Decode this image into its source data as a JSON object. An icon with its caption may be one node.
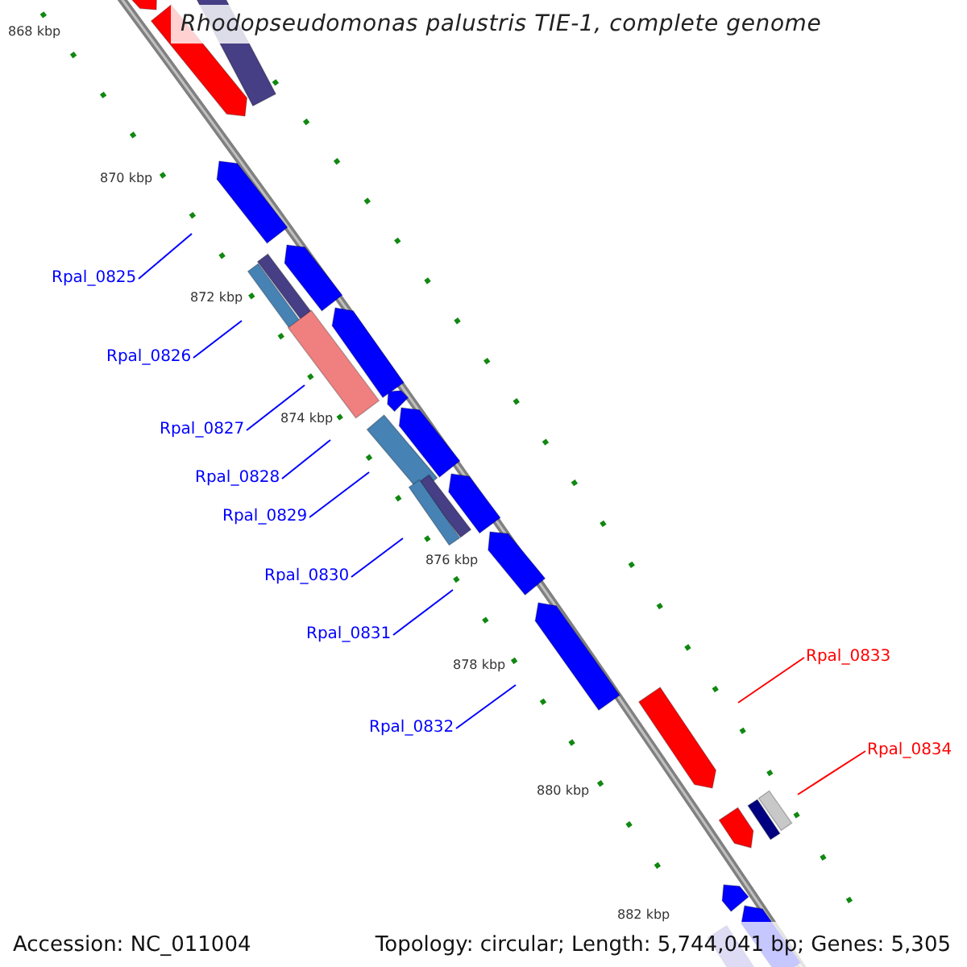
{
  "diagram": {
    "title": "Rhodopseudomonas palustris TIE-1, complete genome",
    "nodes": [
      {
        "text": [
          "Rpal_0825"
        ]
      },
      {
        "text": [
          "Rpal_0826"
        ]
      },
      {
        "text": [
          "Rpal_0827"
        ]
      },
      {
        "text": [
          "Rpal_0828"
        ]
      },
      {
        "text": [
          "Rpal_0829"
        ]
      },
      {
        "text": [
          "Rpal_0830"
        ]
      },
      {
        "text": [
          "Rpal_0831"
        ]
      },
      {
        "text": [
          "Rpal_0832"
        ]
      },
      {
        "text": [
          "Rpal_0833"
        ]
      },
      {
        "text": [
          "Rpal_0834"
        ]
      }
    ],
    "edges": [
      {
        "from": 0,
        "to": null,
        "arrow": "none"
      },
      {
        "from": 1,
        "to": null,
        "arrow": "none"
      },
      {
        "from": 2,
        "to": null,
        "arrow": "none"
      },
      {
        "from": 3,
        "to": null,
        "arrow": "none"
      },
      {
        "from": 4,
        "to": null,
        "arrow": "none"
      },
      {
        "from": 5,
        "to": null,
        "arrow": "none"
      },
      {
        "from": 6,
        "to": null,
        "arrow": "none"
      },
      {
        "from": 7,
        "to": null,
        "arrow": "none"
      },
      {
        "from": 8,
        "to": null,
        "arrow": "none",
        "color": "#ff0000"
      },
      {
        "from": 9,
        "to": null,
        "arrow": "none",
        "color": "#ff0000"
      }
    ],
    "labels": [
      "868 kbp",
      "870 kbp",
      "872 kbp",
      "874 kbp",
      "876 kbp",
      "878 kbp",
      "880 kbp",
      "882 kbp",
      "Accession: NC_011004",
      "Topology: circular; Length: 5,744,041 bp; Genes: 5,305"
    ]
  }
}
